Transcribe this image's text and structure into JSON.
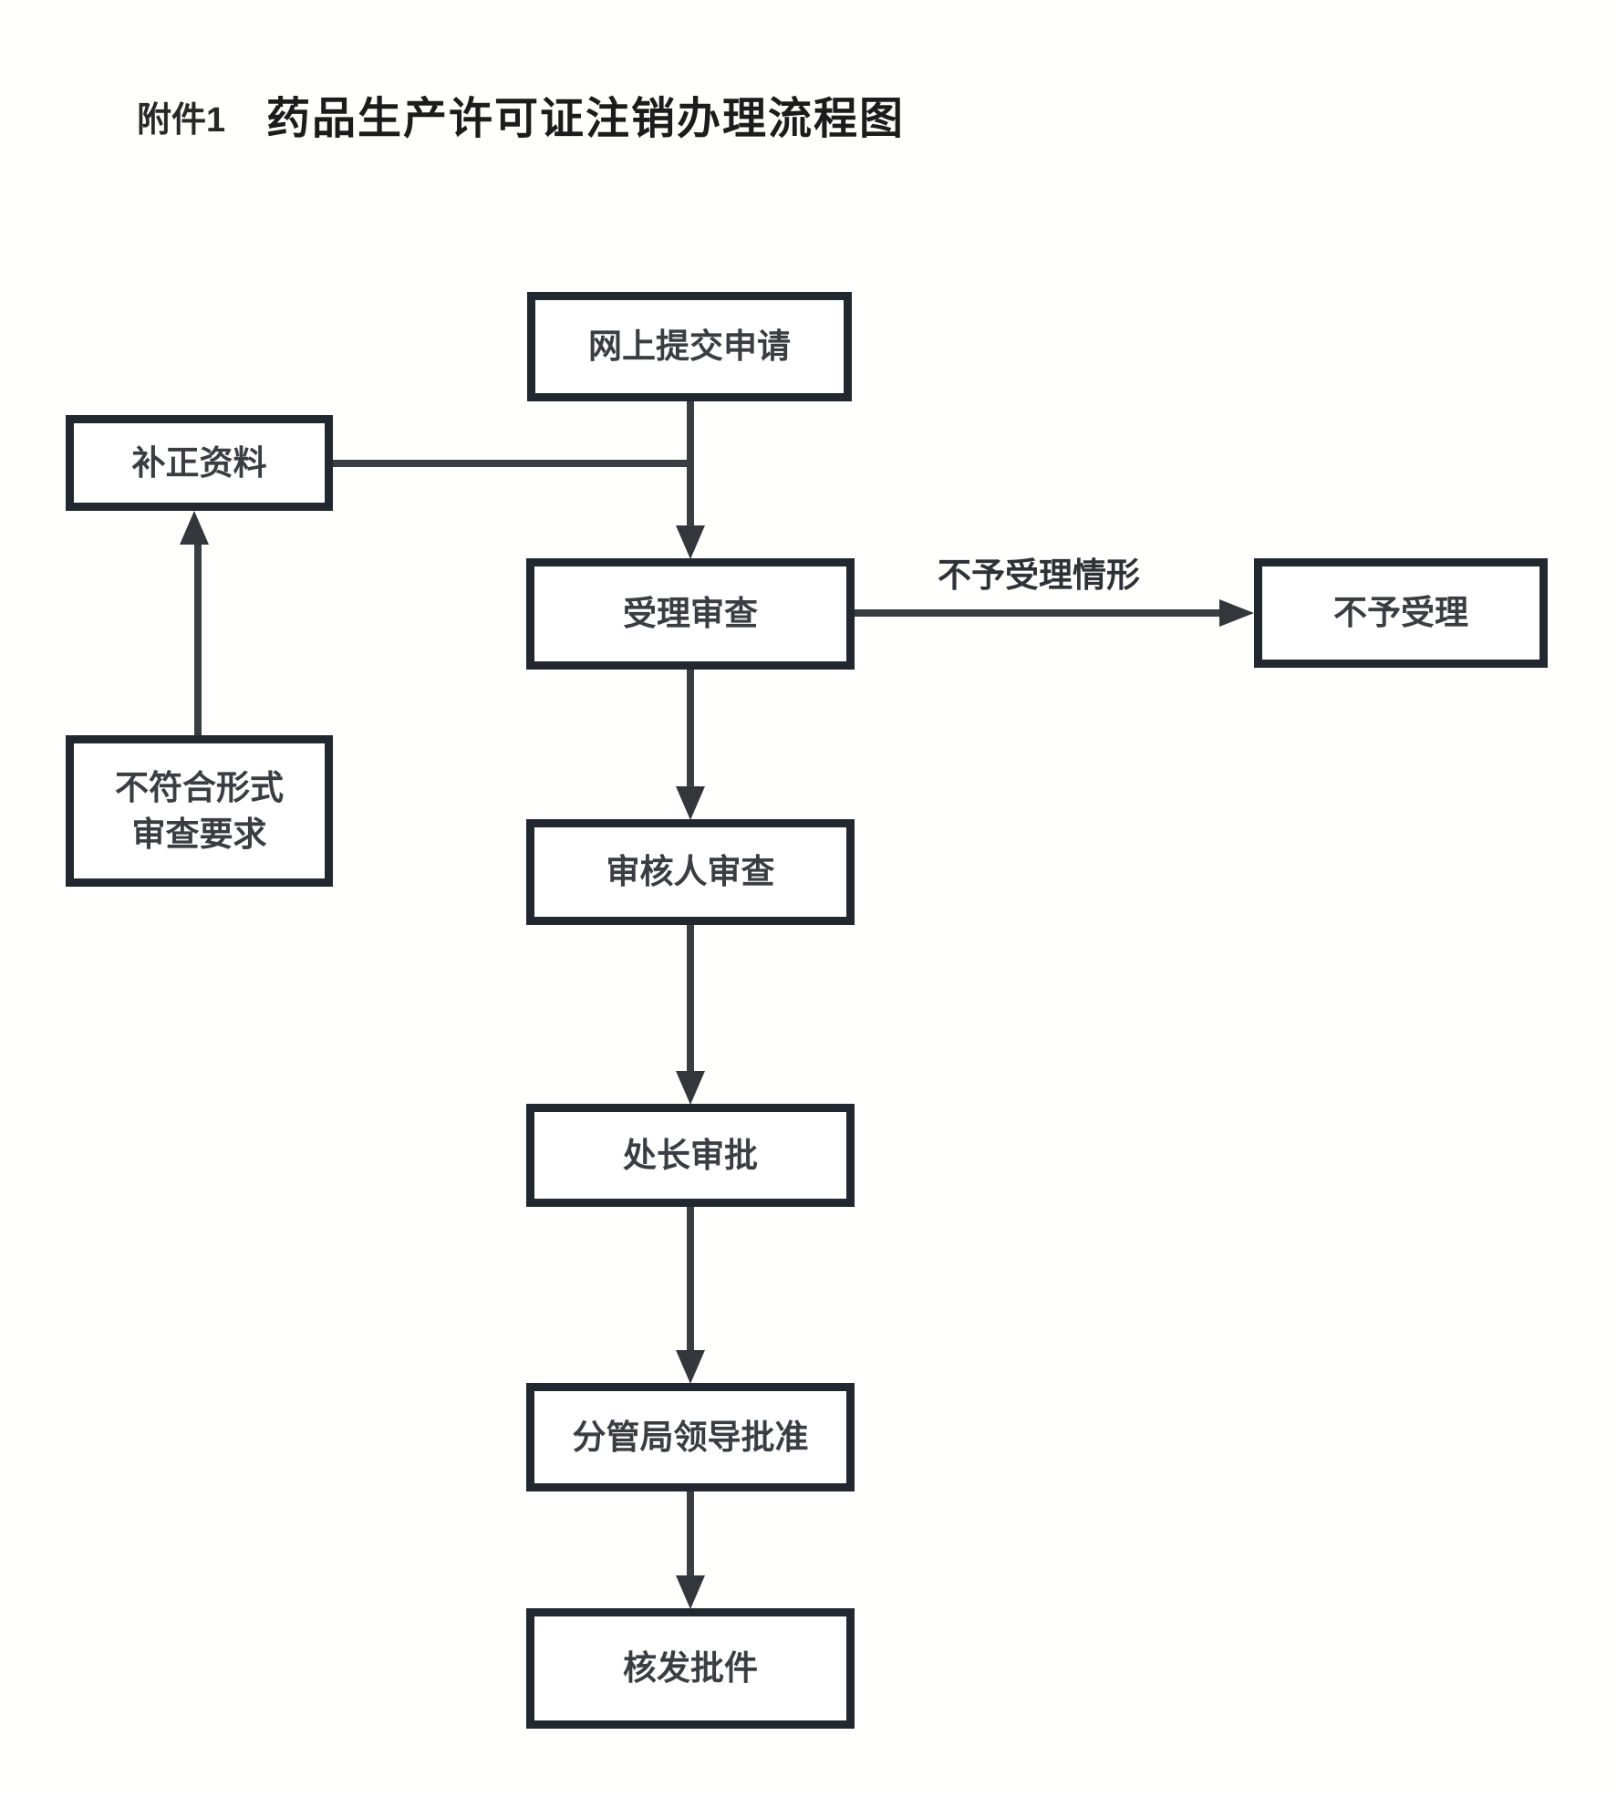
{
  "header": {
    "attachment": "附件1",
    "title": "药品生产许可证注销办理流程图"
  },
  "flow": {
    "nodes": {
      "submit": {
        "label": "网上提交申请"
      },
      "supplement": {
        "label": "补正资料"
      },
      "nonconform": {
        "label_line1": "不符合形式",
        "label_line2": "审查要求"
      },
      "accept": {
        "label": "受理审查"
      },
      "reject": {
        "label": "不予受理"
      },
      "reviewer": {
        "label": "审核人审查"
      },
      "chief": {
        "label": "处长审批"
      },
      "leader": {
        "label": "分管局领导批准"
      },
      "issue": {
        "label": "核发批件"
      }
    },
    "edge_labels": {
      "reject_case": "不予受理情形"
    },
    "edges": [
      "submit -> accept",
      "supplement -> (merge into submit->accept line)",
      "nonconform -> supplement",
      "accept -> reject (不予受理情形)",
      "accept -> reviewer",
      "reviewer -> chief",
      "chief -> leader",
      "leader -> issue"
    ]
  },
  "colors": {
    "border": "#232830",
    "line": "#3a3e42",
    "arrow": "#33373c",
    "text": "#3a3d42",
    "title": "#1c1c1c",
    "background": "#fffffe"
  }
}
